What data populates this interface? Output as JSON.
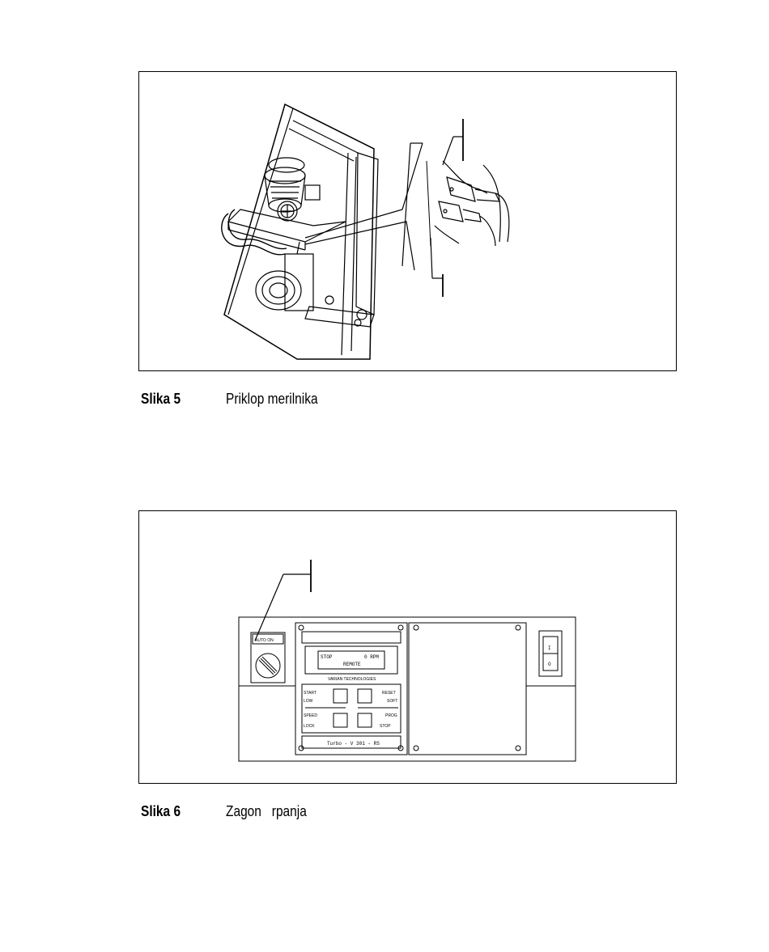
{
  "figure5": {
    "caption_label": "Slika 5",
    "caption_text": "Priklop merilnika"
  },
  "figure6": {
    "caption_label": "Slika 6",
    "caption_text": "Zagon   rpanja",
    "controller": {
      "display_line1": "STOP",
      "display_line1_right": "0 RPM",
      "display_line2": "REMOTE",
      "brand": "VARIAN TECHNOLOGIES",
      "left_labels": [
        "START",
        "LOW",
        "SPEED",
        "LOCK"
      ],
      "right_labels": [
        "RESET",
        "SOFT",
        "PROG",
        "STOP"
      ],
      "model": "Turbo - V 301 - RS",
      "power_switch_on": "I",
      "power_switch_off": "O"
    }
  }
}
